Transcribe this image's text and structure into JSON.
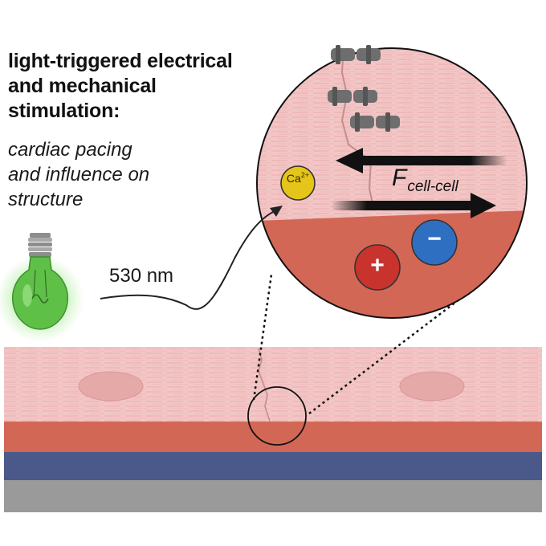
{
  "title": {
    "line1": "light-triggered electrical",
    "line2": "and mechanical",
    "line3": "stimulation:"
  },
  "subtitle": {
    "line1": "cardiac pacing",
    "line2": "and influence on",
    "line3": "structure"
  },
  "wavelength_label": "530 nm",
  "force_label": {
    "main": "F",
    "subscript": "cell-cell"
  },
  "ion_label": {
    "text": "Ca",
    "superscript": "2+"
  },
  "charge_labels": {
    "positive": "+",
    "negative": "−"
  },
  "colors": {
    "tissue_pink": "#f3c6c6",
    "substrate_red": "#d36755",
    "layer_blue": "#4a5989",
    "layer_gray": "#9a9a9a",
    "bulb_green": "#5fc048",
    "calcium_yellow": "#e5c51a",
    "positive_ion_red": "#c8332d",
    "negative_ion_blue": "#2f6fc2"
  },
  "icons": [
    "light-bulb-icon",
    "ion-channel-icon",
    "force-arrow-left-icon",
    "force-arrow-right-icon"
  ]
}
